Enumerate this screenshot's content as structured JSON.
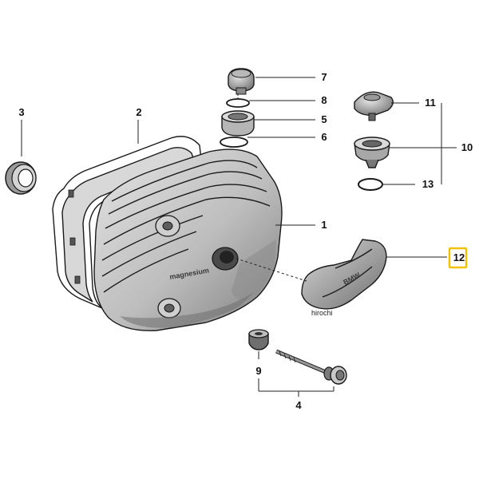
{
  "callouts": {
    "c1": "1",
    "c2": "2",
    "c3": "3",
    "c4": "4",
    "c5": "5",
    "c6": "6",
    "c7": "7",
    "c8": "8",
    "c9": "9",
    "c10": "10",
    "c11": "11",
    "c12": "12",
    "c13": "13"
  },
  "cover_text": "magnesium",
  "guard_text": "BMW",
  "watermark": "hirochi",
  "colors": {
    "line": "#1a1a1a",
    "cover_fill": "#cfcfcf",
    "cover_shadow": "#8c8c8c",
    "highlight_box": "#f2c200"
  }
}
